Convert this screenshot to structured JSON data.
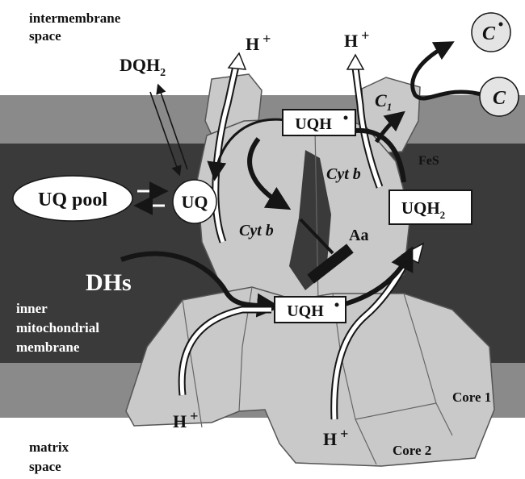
{
  "regions": {
    "intermembrane": [
      "intermembrane",
      "space"
    ],
    "inner": [
      "inner",
      "mitochondrial",
      "membrane"
    ],
    "matrix": [
      "matrix",
      "space"
    ]
  },
  "labels": {
    "dqh2": "DQH",
    "dqh2_sub": "2",
    "uq_pool": "UQ pool",
    "uq": "UQ",
    "dhs": "DHs",
    "h_plus": "H",
    "plus": "+",
    "uqh_radical": "UQH",
    "uqh2": "UQH",
    "uqh2_sub": "2",
    "cytb_left": "Cyt b",
    "cytb_right": "Cyt b",
    "aa": "Aa",
    "fes": "FeS",
    "c1": "C",
    "c1_sub": "1",
    "c_radical": "C",
    "c": "C",
    "core1": "Core 1",
    "core2": "Core 2"
  },
  "colors": {
    "membrane_dark": "#3a3a3a",
    "membrane_band": "#8a8a8a",
    "protein": "#c9c9c9",
    "arrow_dark": "#151515"
  }
}
